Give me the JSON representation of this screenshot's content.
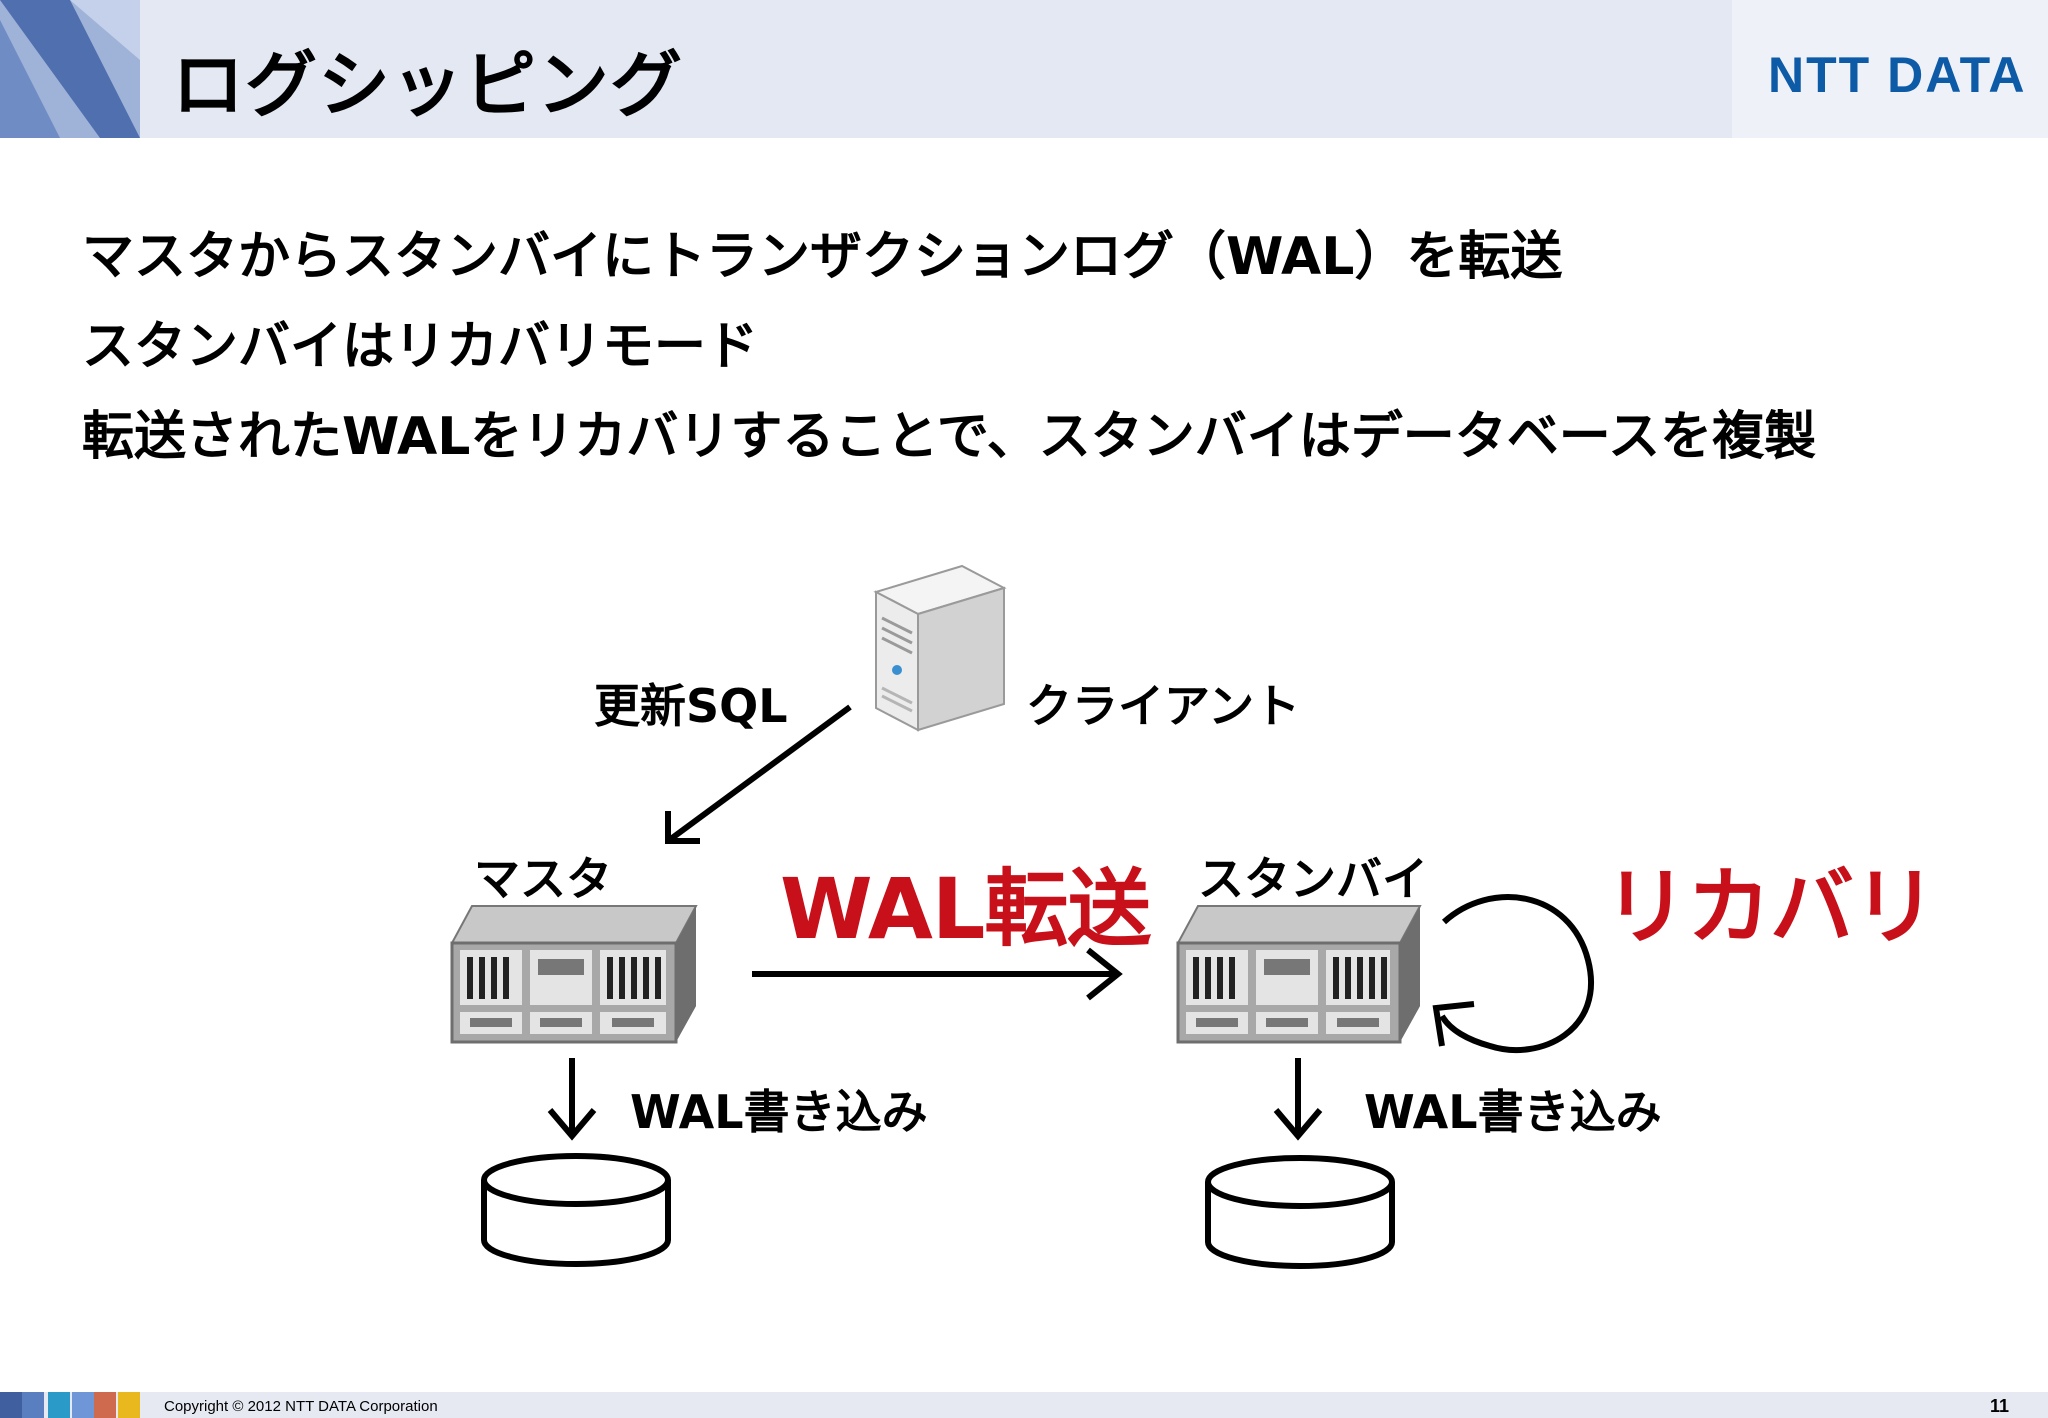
{
  "header": {
    "title": "ログシッピング",
    "logo": "NTT DATA"
  },
  "bullets": [
    "マスタからスタンバイにトランザクションログ（WAL）を転送",
    "スタンバイはリカバリモード",
    "転送されたWALをリカバリすることで、スタンバイはデータベースを複製"
  ],
  "diagram": {
    "client_label": "クライアント",
    "sql_label": "更新SQL",
    "master_label": "マスタ",
    "standby_label": "スタンバイ",
    "transfer_label": "WAL転送",
    "recovery_label": "リカバリ",
    "master_write_label": "WAL書き込み",
    "standby_write_label": "WAL書き込み"
  },
  "colors": {
    "accent_red": "#c8101a",
    "logo_blue": "#0d5aa7"
  },
  "footer": {
    "copyright": "Copyright © 2012 NTT DATA Corporation",
    "page_number": "11"
  }
}
